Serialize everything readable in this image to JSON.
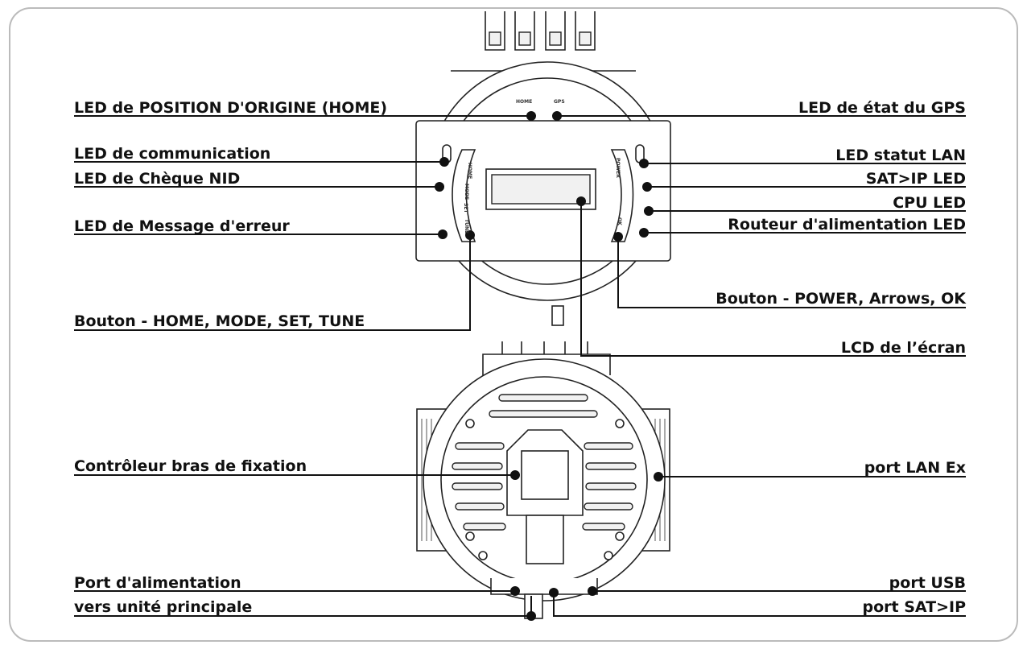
{
  "labels": {
    "home_led": "LED de POSITION D'ORIGINE (HOME)",
    "gps_led": "LED de état du GPS",
    "comm_led": "LED de communication",
    "lan_led": "LED statut LAN",
    "nid_led": "LED de Chèque NID",
    "satip_led": "SAT>IP LED",
    "cpu_led": "CPU LED",
    "error_led": "LED de Message d'erreur",
    "router_led": "Routeur d'alimentation LED",
    "buttons_right": "Bouton - POWER, Arrows, OK",
    "buttons_left": "Bouton - HOME, MODE, SET, TUNE",
    "lcd": "LCD de l’écran",
    "mount_controller": "Contrôleur bras de fixation",
    "lan_ex": "port LAN Ex",
    "power_port_1": "Port d'alimentation",
    "power_port_2": "vers unité principale",
    "usb_port": "port USB",
    "satip_port": "port SAT>IP"
  },
  "device_text": {
    "home": "HOME",
    "gps": "GPS",
    "btn_home": "HOME",
    "btn_mode": "MODE",
    "btn_set": "SET",
    "btn_tune": "TUNE",
    "btn_power": "POWER",
    "btn_ok": "OK"
  }
}
